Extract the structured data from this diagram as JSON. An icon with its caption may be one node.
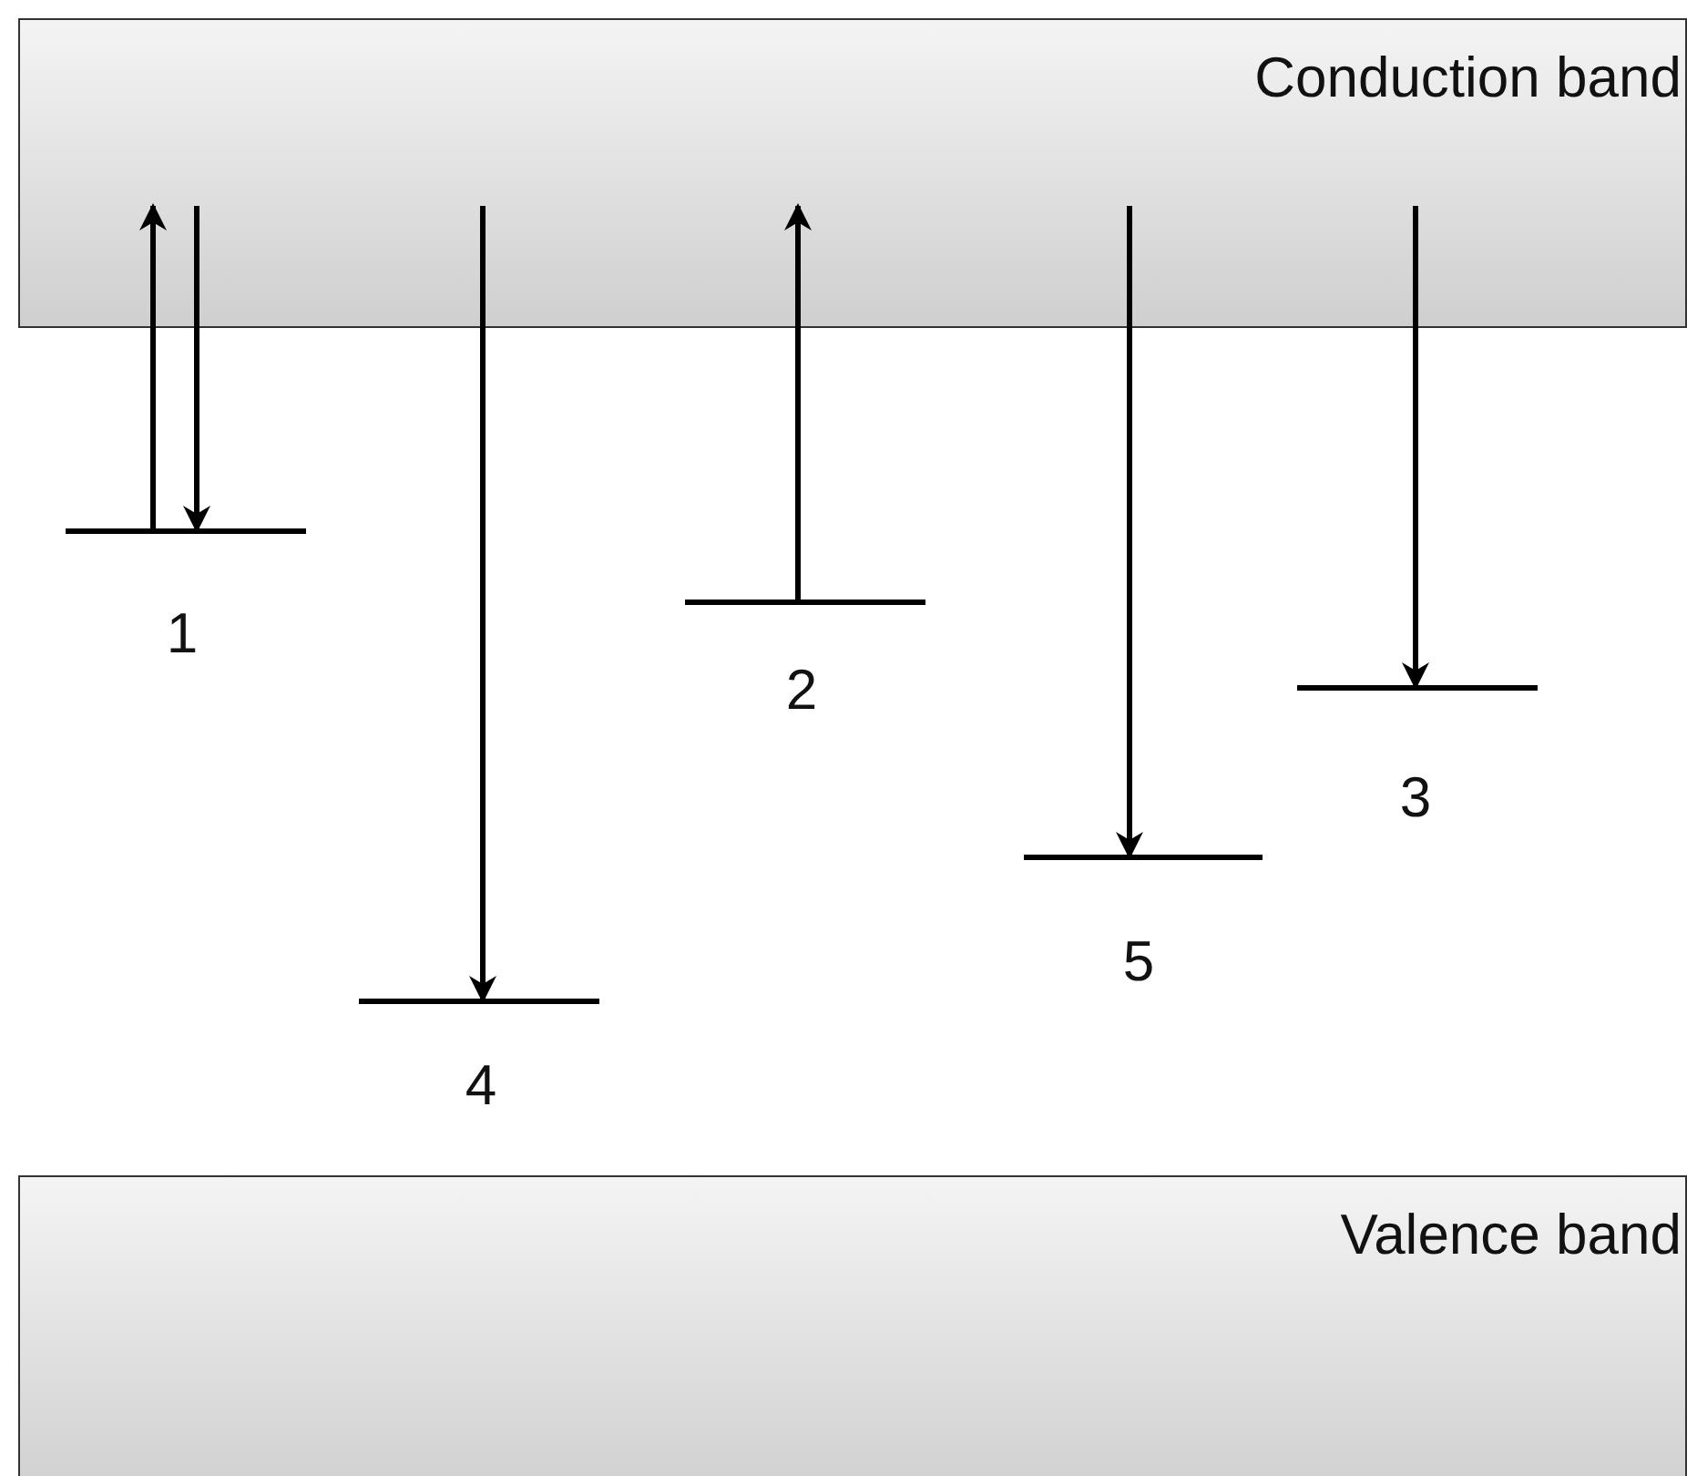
{
  "diagram": {
    "nodes": [
      {
        "text": [
          "Conduction band"
        ]
      },
      {
        "text": [],
        "shape": "bar",
        "beside": [
          "1"
        ]
      },
      {
        "text": [],
        "shape": "bar",
        "beside": [
          "4"
        ]
      },
      {
        "text": [],
        "shape": "bar",
        "beside": [
          "2"
        ]
      },
      {
        "text": [],
        "shape": "bar",
        "beside": [
          "5"
        ]
      },
      {
        "text": [],
        "shape": "bar",
        "beside": [
          "3"
        ]
      },
      {
        "text": [
          "Valence band"
        ]
      }
    ],
    "edges": [
      {
        "from": 1,
        "to": 0,
        "arrow": "to"
      },
      {
        "from": 0,
        "to": 1,
        "arrow": "to"
      },
      {
        "from": 0,
        "to": 2,
        "arrow": "to"
      },
      {
        "from": 3,
        "to": 0,
        "arrow": "to"
      },
      {
        "from": 0,
        "to": 4,
        "arrow": "to"
      },
      {
        "from": 0,
        "to": 5,
        "arrow": "to"
      }
    ]
  }
}
